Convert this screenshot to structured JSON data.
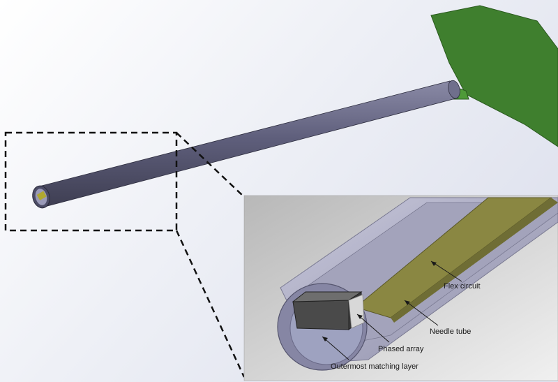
{
  "labels": {
    "flex_circuit": "Flex circuit",
    "needle_tube": "Needle tube",
    "phased_array": "Phased array",
    "outermost_matching_layer": "Outermost matching layer"
  },
  "colors": {
    "needle": "#5c5c78",
    "needle_highlight": "#8a8aa6",
    "flex_green": "#3f7f2e",
    "flex_yellow": "#8a8742",
    "array_block": "#4a4a4a",
    "dashed_line": "#111111"
  }
}
